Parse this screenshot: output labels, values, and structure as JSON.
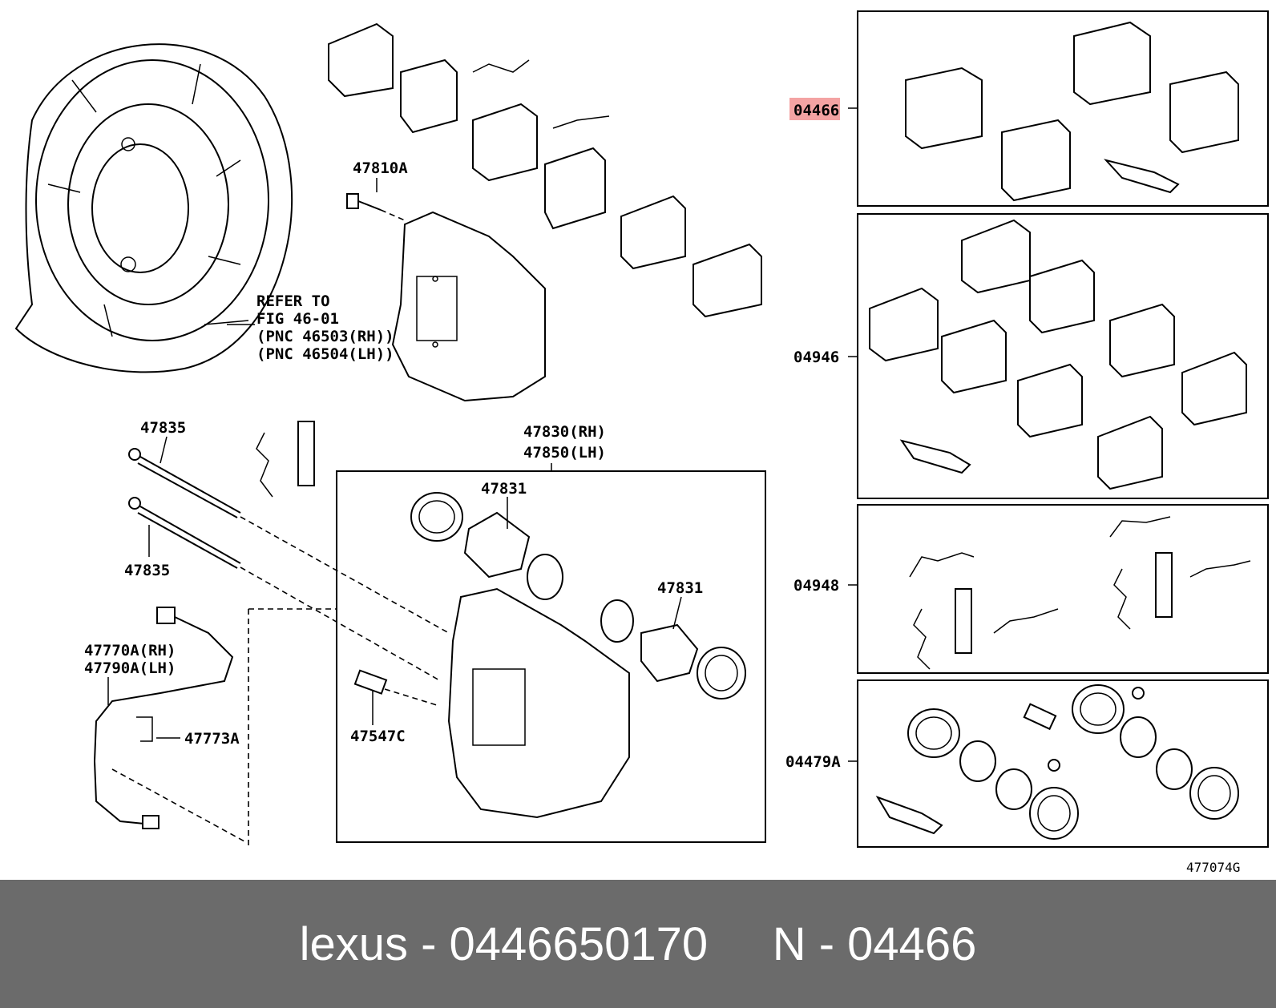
{
  "labels": {
    "refer_1": "REFER TO",
    "refer_2": "FIG 46-01",
    "refer_3": "(PNC 46503(RH))",
    "refer_4": "(PNC 46504(LH))",
    "p47810a": "47810A",
    "p47835_top": "47835",
    "p47835_bottom": "47835",
    "p47830": "47830(RH)",
    "p47850": "47850(LH)",
    "p47831_a": "47831",
    "p47831_b": "47831",
    "p47770a": "47770A(RH)",
    "p47790a": "47790A(LH)",
    "p47773a": "47773A",
    "p47547c": "47547C",
    "k04466": "04466",
    "k04946": "04946",
    "k04948": "04948",
    "k04479a": "04479A",
    "figure_id": "477074G"
  },
  "colors": {
    "highlight": "#f4a3a3",
    "footer_bg": "#6b6b6b",
    "footer_text": "#ffffff"
  },
  "footer": {
    "brand": "lexus",
    "sep1": " - ",
    "part_number": "0446650170",
    "gap": "     ",
    "code_prefix": "N",
    "sep2": " - ",
    "code": "04466"
  }
}
